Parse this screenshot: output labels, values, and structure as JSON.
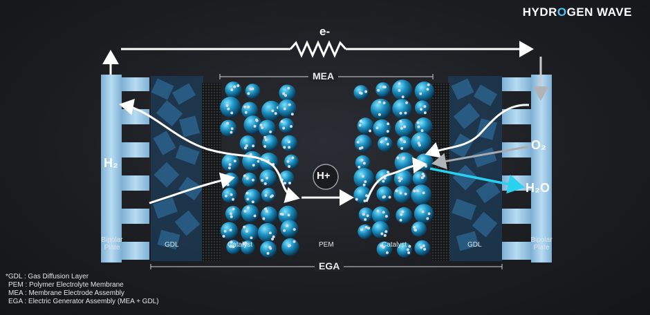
{
  "brand": {
    "pre": "HYDR",
    "o": "O",
    "post": "GEN WAVE"
  },
  "labels": {
    "electron": "e-",
    "mea": "MEA",
    "ega": "EGA",
    "h2": "H₂",
    "o2": "O₂",
    "h2o": "H₂O",
    "proton": "H+",
    "bipolar_left": "Bipolar\nPlate",
    "bipolar_right": "Bipolar\nPlate",
    "gdl_left": "GDL",
    "gdl_right": "GDL",
    "catalyst_left": "Catalyst",
    "catalyst_right": "Catalyst",
    "pem": "PEM"
  },
  "legend": [
    "*GDL : Gas Diffusion Layer",
    "PEM : Polymer Electrolyte Membrane",
    "MEA : Membrane Electrode Assembly",
    "EGA : Electric Generator Assembly (MEA + GDL)"
  ],
  "colors": {
    "accent": "#4fc3f7",
    "water_arrow": "#29d3f0",
    "plate": "#a9cde6"
  }
}
